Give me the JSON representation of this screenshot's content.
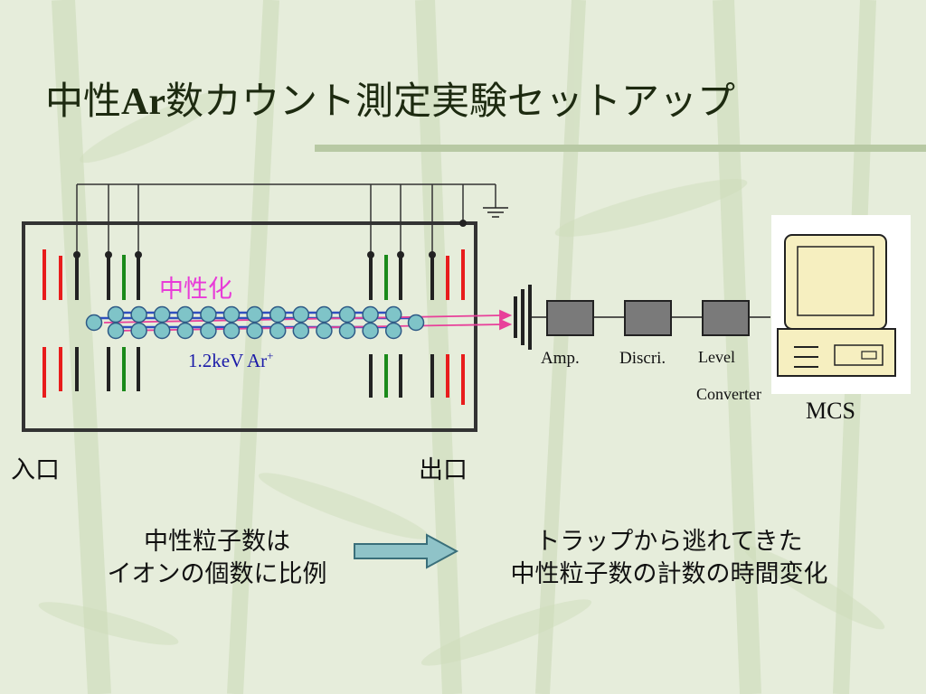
{
  "slide": {
    "title_part1": "中性",
    "title_part2": "Ar",
    "title_part3": "数カウント測定実験セットアップ"
  },
  "diagram": {
    "neutralization_label": "中性化",
    "ion_beam_label": "1.2keV  Ar",
    "ion_beam_charge": "+",
    "amp_label": "Amp.",
    "discriminator_label": "Discri.",
    "level_label": "Level",
    "converter_label": "Converter",
    "mcs_label": "MCS",
    "entrance_label": "入口",
    "exit_label": "出口",
    "colors": {
      "electrode_red": "#e81c1c",
      "electrode_green": "#1a8a1a",
      "electrode_black": "#222222",
      "ion": "#7fc4c8",
      "ion_outline": "#2e5a86",
      "beam": "#3050c0",
      "neutral_path": "#e8409a",
      "module": "#7a7a7a",
      "computer_body": "#f6efc0"
    },
    "icons": [
      "ground-icon",
      "detector-icon",
      "computer-icon"
    ]
  },
  "notes": {
    "left_line1": "中性粒子数は",
    "left_line2": "イオンの個数に比例",
    "right_line1": "トラップから逃れてきた",
    "right_line2": "中性粒子数の計数の時間変化"
  }
}
